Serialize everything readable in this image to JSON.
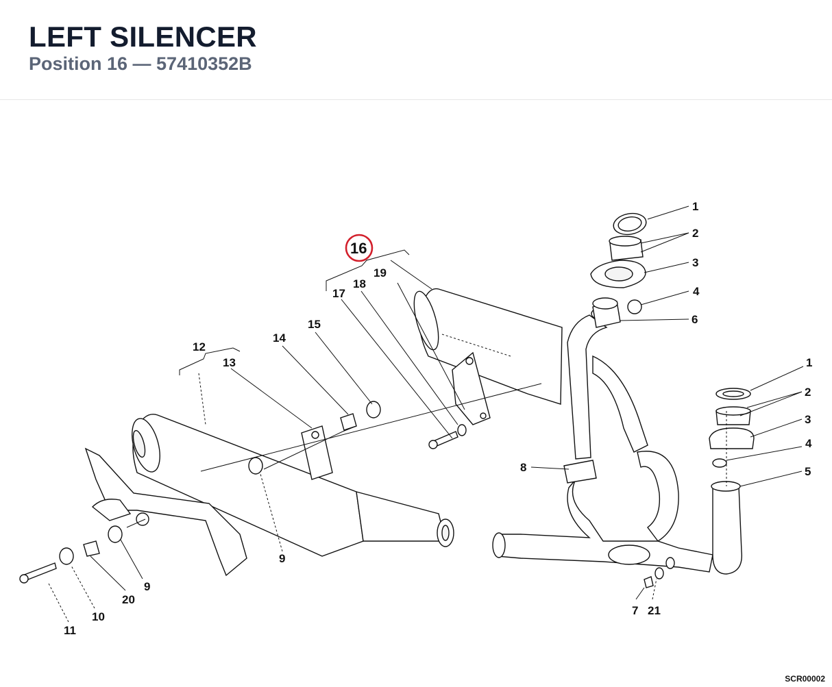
{
  "header": {
    "title": "LEFT SILENCER",
    "subtitle": "Position 16 — 57410352B"
  },
  "diagram": {
    "highlight_color": "#d21f2b",
    "highlighted": "16",
    "callouts": {
      "c1a": "1",
      "c2a": "2",
      "c3a": "3",
      "c4a": "4",
      "c6": "6",
      "c1b": "1",
      "c2b": "2",
      "c3b": "3",
      "c4b": "4",
      "c5": "5",
      "c7": "7",
      "c21": "21",
      "c8": "8",
      "c9a": "9",
      "c9b": "9",
      "c10": "10",
      "c11": "11",
      "c12": "12",
      "c13": "13",
      "c14": "14",
      "c15": "15",
      "c16": "16",
      "c17": "17",
      "c18": "18",
      "c19": "19",
      "c20": "20"
    },
    "drawing_code": "SCR00002"
  }
}
